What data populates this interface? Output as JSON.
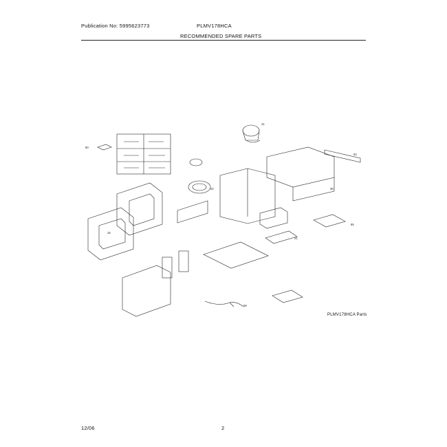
{
  "header": {
    "publication_no": "Publication No: 5995623773",
    "model": "PLMV178HCA",
    "section_title": "RECOMMENDED SPARE PARTS"
  },
  "diagram": {
    "caption": "PLMV178HCA Parts"
  },
  "footer": {
    "date": "12/06",
    "page_number": "2"
  }
}
